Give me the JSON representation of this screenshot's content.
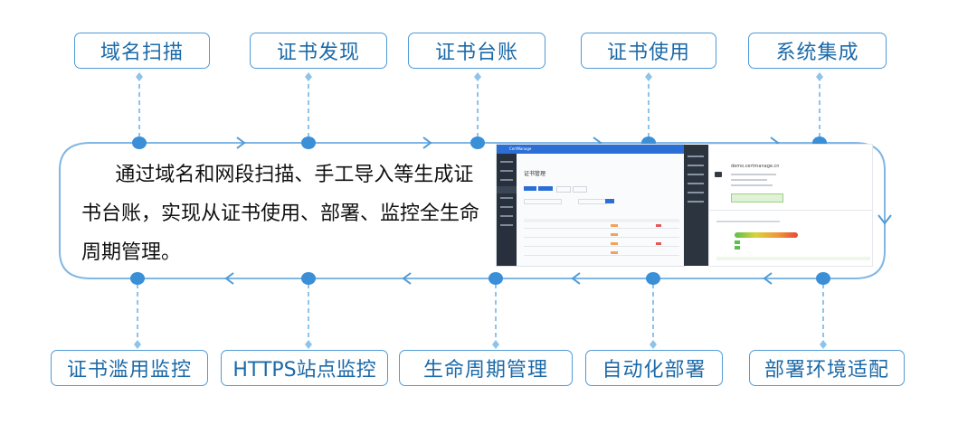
{
  "top_stages": [
    "域名扫描",
    "证书发现",
    "证书台账",
    "证书使用",
    "系统集成"
  ],
  "bottom_stages": [
    "证书滥用监控",
    "HTTPS站点监控",
    "生命周期管理",
    "自动化部署",
    "部署环境适配"
  ],
  "description": "通过域名和网段扫描、手工导入等生成证书台账，实现从证书使用、部署、监控全生命周期管理。",
  "screenshot": {
    "app_title": "CertManage",
    "page_title": "证书管理",
    "domain": "demo.certmanage.cn"
  },
  "colors": {
    "accent": "#4f9bd6",
    "text_accent": "#1c6aa8",
    "dashed": "#8ec3ea",
    "dot": "#3a8fd6"
  }
}
